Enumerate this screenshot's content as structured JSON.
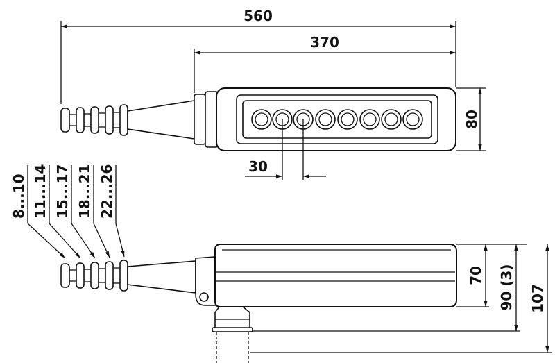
{
  "dimensions": {
    "overall_length": "560",
    "body_length": "370",
    "body_width": "80",
    "button_pitch": "30",
    "body_height": "70",
    "height_with_base": "90 (3)",
    "total_height": "107"
  },
  "cable_gland_ranges": [
    "8...10",
    "11...14",
    "15...17",
    "18...21",
    "22...26"
  ],
  "button_count": 8
}
